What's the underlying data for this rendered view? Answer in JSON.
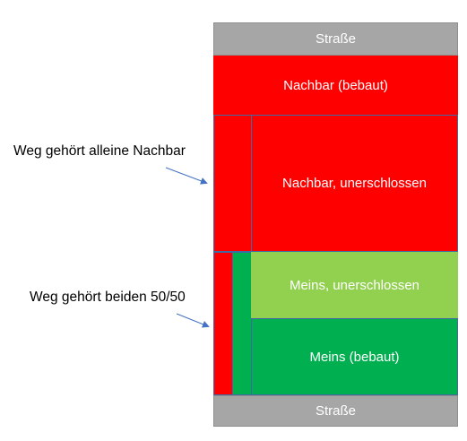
{
  "diagram": {
    "street_top": "Straße",
    "street_bottom": "Straße",
    "neighbor_built": "Nachbar (bebaut)",
    "neighbor_unopened": "Nachbar, unerschlossen",
    "mine_unopened": "Meins, unerschlossen",
    "mine_built": "Meins (bebaut)",
    "note_path_neighbor": "Weg gehört alleine Nachbar",
    "note_path_shared": "Weg gehört beiden 50/50"
  },
  "colors": {
    "street": "#a6a6a6",
    "neighbor": "#ff0000",
    "mine_unopened": "#92d050",
    "mine_built": "#00b050",
    "arrow": "#4472c4",
    "outline": "#3f6aa3"
  }
}
